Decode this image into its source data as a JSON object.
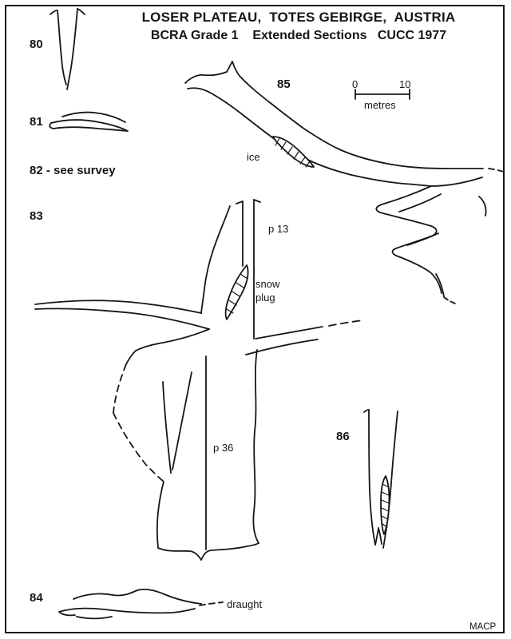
{
  "header": {
    "line1": "LOSER PLATEAU,  TOTES GEBIRGE,  AUSTRIA",
    "line2": "BCRA Grade 1    Extended Sections   CUCC 1977"
  },
  "sections": {
    "s80": "80",
    "s81": "81",
    "s82": "82 - see survey",
    "s83": "83",
    "s84": "84",
    "s85": "85",
    "s86": "86"
  },
  "annotations": {
    "ice": "ice",
    "p13": "p 13",
    "snow_plug": "snow\nplug",
    "p36": "p 36",
    "draught": "draught"
  },
  "scale_bar": {
    "start_label": "0",
    "end_label": "10",
    "unit_label": "metres"
  },
  "footer": {
    "credit": "MACP"
  },
  "colors": {
    "ink": "#161616",
    "paper": "#ffffff"
  }
}
